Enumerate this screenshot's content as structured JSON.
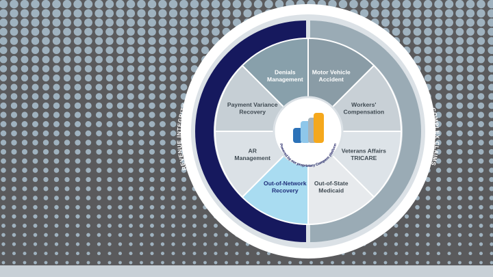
{
  "ring_labels": {
    "left": "REVENUE INTEGRITY",
    "right": "COMPLEX CLAIMS"
  },
  "center_text": "Powered by our proprietary Compass platform",
  "center_icon": "bar-chart-logo-icon",
  "segments": [
    {
      "id": "motor-vehicle-accident",
      "lines": [
        "Motor Vehicle",
        "Accident"
      ],
      "fill": "#8a9ca6",
      "text_color": "#ffffff"
    },
    {
      "id": "workers-compensation",
      "lines": [
        "Workers'",
        "Compensation"
      ],
      "fill": "#c8d0d6",
      "text_color": "#3f4a52"
    },
    {
      "id": "veterans-affairs-tricare",
      "lines": [
        "Veterans Affairs",
        "TRICARE"
      ],
      "fill": "#dde3e8",
      "text_color": "#3f4a52"
    },
    {
      "id": "out-of-state-medicaid",
      "lines": [
        "Out-of-State",
        "Medicaid"
      ],
      "fill": "#e7eaed",
      "text_color": "#3f4a52"
    },
    {
      "id": "out-of-network-recovery",
      "lines": [
        "Out-of-Network",
        "Recovery"
      ],
      "fill": "#a9dcf1",
      "text_color": "#1f2f7a"
    },
    {
      "id": "ar-management",
      "lines": [
        "AR",
        "Management"
      ],
      "fill": "#dbe1e6",
      "text_color": "#3f4a52"
    },
    {
      "id": "payment-variance-recovery",
      "lines": [
        "Payment Variance",
        "Recovery"
      ],
      "fill": "#c6cfd5",
      "text_color": "#3f4a52"
    },
    {
      "id": "denials-management",
      "lines": [
        "Denials",
        "Management"
      ],
      "fill": "#88a0ab",
      "text_color": "#ffffff"
    }
  ],
  "colors": {
    "background": "#5a5a5c",
    "dot": "#9fb2bf",
    "bottom_bar": "#c8d0d6",
    "revenue_ring": "#16195e",
    "complex_ring": "#9aabb5",
    "logo_blue": "#2c72b8",
    "logo_light_blue": "#8ec7ea",
    "logo_gray": "#a7b4bc",
    "logo_gold": "#f5a81c"
  }
}
